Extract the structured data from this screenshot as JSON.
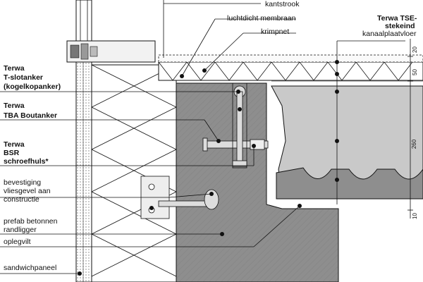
{
  "labels": {
    "kantstrook": "kantstrook",
    "luchtdicht_membraan": "luchtdicht membraan",
    "krimpnet": "krimpnet",
    "tse_title": "Terwa TSE-",
    "tse_title2": "stekeind",
    "kanaalplaatvloer": "kanaalplaatvloer",
    "tslot_1": "Terwa",
    "tslot_2": "T-slotanker",
    "tslot_3": "(kogelkopanker)",
    "tba_1": "Terwa",
    "tba_2": "TBA Boutanker",
    "bsr_1": "Terwa",
    "bsr_2": "BSR",
    "bsr_3": "schroefhuls*",
    "bevest_1": "bevestiging",
    "bevest_2": "vliesgevel aan",
    "bevest_3": "constructie",
    "prefab_1": "prefab betonnen",
    "prefab_2": "randligger",
    "oplegvilt": "oplegvilt",
    "sandwichpaneel": "sandwichpaneel"
  },
  "dimensions": {
    "d20": "20",
    "d50": "50",
    "d260": "260",
    "d10": "10"
  },
  "colors": {
    "concrete": "#8e8e8e",
    "slab": "#c9c9c9",
    "line": "#111111"
  }
}
